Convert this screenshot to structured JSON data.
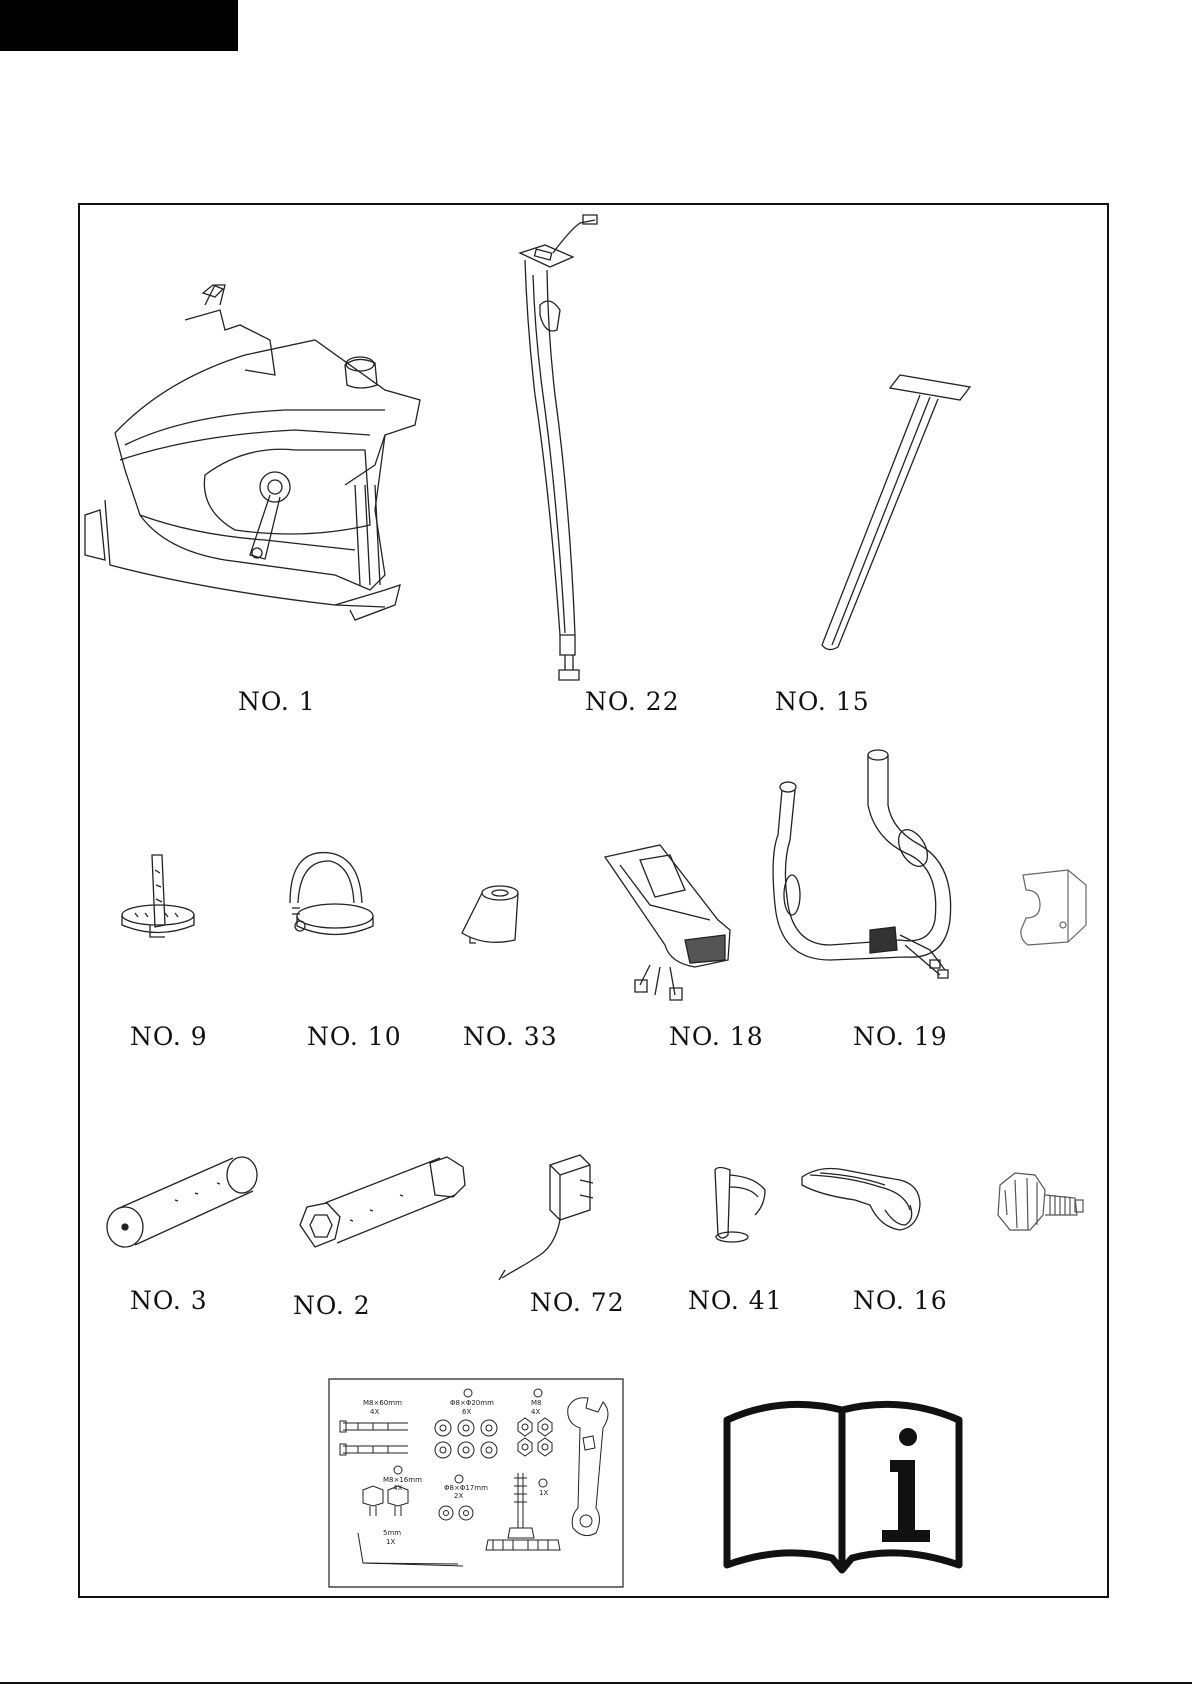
{
  "parts": [
    {
      "id": "no-1",
      "label": "NO. 1"
    },
    {
      "id": "no-22",
      "label": "NO. 22"
    },
    {
      "id": "no-15",
      "label": "NO. 15"
    },
    {
      "id": "no-9",
      "label": "NO. 9"
    },
    {
      "id": "no-10",
      "label": "NO. 10"
    },
    {
      "id": "no-33",
      "label": "NO. 33"
    },
    {
      "id": "no-18",
      "label": "NO. 18"
    },
    {
      "id": "no-19",
      "label": "NO. 19"
    },
    {
      "id": "no-3",
      "label": "NO. 3"
    },
    {
      "id": "no-2",
      "label": "NO. 2"
    },
    {
      "id": "no-72",
      "label": "NO. 72"
    },
    {
      "id": "no-41",
      "label": "NO. 41"
    },
    {
      "id": "no-16",
      "label": "NO. 16"
    }
  ],
  "hardware_card": {
    "bolt_spec": "M8×60mm",
    "bolt_qty": "4X",
    "washer_spec": "Φ8×Φ20mm",
    "washer_qty": "6X",
    "nut_spec": "M8",
    "nut_qty": "4X",
    "screw_spec": "M8×16mm",
    "screw_qty": "4X",
    "small_washer_spec": "Φ8×Φ17mm",
    "small_washer_qty": "2X",
    "knob_qty": "1X",
    "allen_key_spec": "5mm",
    "allen_key_qty": "1X"
  },
  "icons": {
    "manual": "info-manual-icon"
  }
}
